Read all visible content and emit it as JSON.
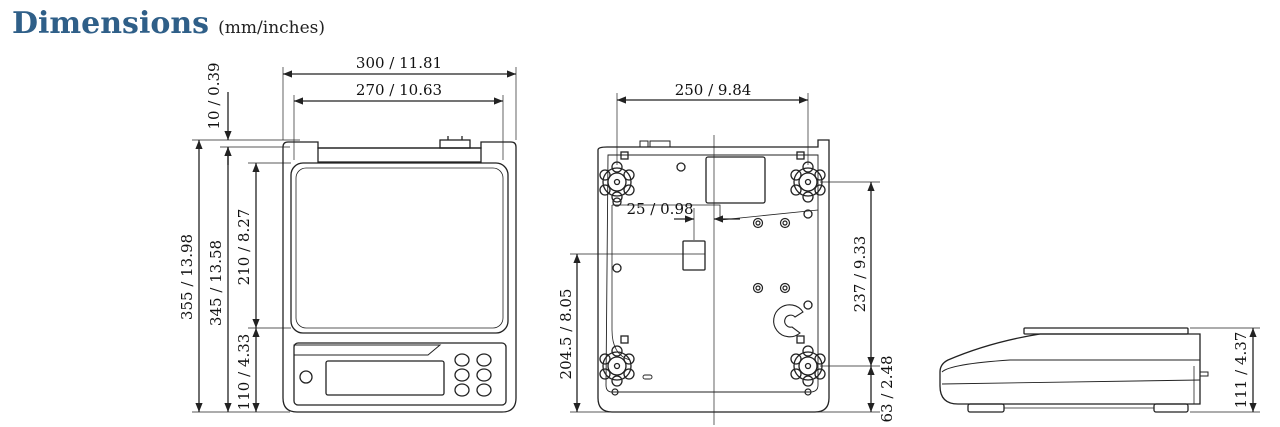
{
  "title": "Dimensions",
  "subtitle": "(mm/inches)",
  "colors": {
    "title": "#2f5f88",
    "line": "#222222"
  },
  "dimensions": {
    "top_width_outer": "300 / 11.81",
    "top_width_pan": "270 / 10.63",
    "top_edge": "10 / 0.39",
    "top_depth_total": "355 / 13.98",
    "top_depth_body": "345 / 13.58",
    "top_pan_depth": "210 / 8.27",
    "top_display_depth": "110 / 4.33",
    "bottom_foot_width": "250 / 9.84",
    "bottom_offset": "25 / 0.98",
    "bottom_depth_ref": "204.5 / 8.05",
    "bottom_foot_depth": "237 / 9.33",
    "bottom_foot_edge": "63 / 2.48",
    "side_height": "111 / 4.37"
  }
}
